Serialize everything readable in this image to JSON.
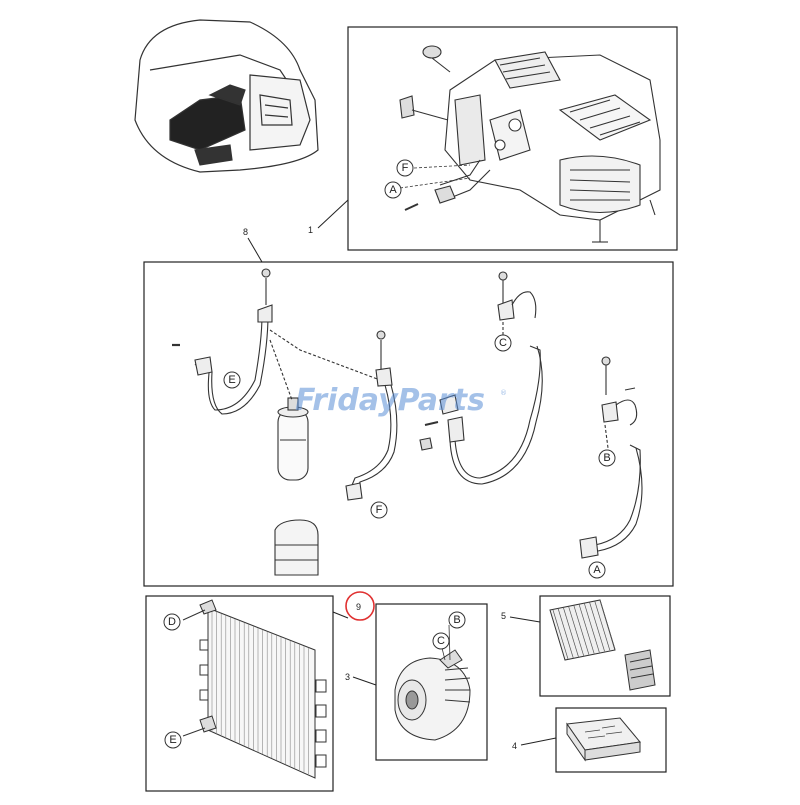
{
  "watermark": {
    "brand_text": "FridayParts",
    "trademark": "®",
    "color": "#5b8fd6"
  },
  "highlight": {
    "color": "#e03030"
  },
  "callouts": {
    "n1": "1",
    "n3": "3",
    "n4": "4",
    "n5": "5",
    "n8": "8",
    "n9": "9"
  },
  "connectors": {
    "F_top": "F",
    "A_top": "A",
    "E_mid": "E",
    "C_mid": "C",
    "F_mid": "F",
    "B_mid": "B",
    "A_mid": "A",
    "D_cond": "D",
    "E_cond": "E",
    "B_comp": "B",
    "C_comp": "C"
  },
  "icons": {
    "machine": "excavator-cab-icon",
    "hvac_unit": "hvac-unit-icon",
    "receiver_drier": "receiver-drier-icon",
    "condenser": "condenser-icon",
    "compressor": "compressor-icon",
    "filter": "cabin-filter-icon",
    "controller": "controller-icon"
  }
}
